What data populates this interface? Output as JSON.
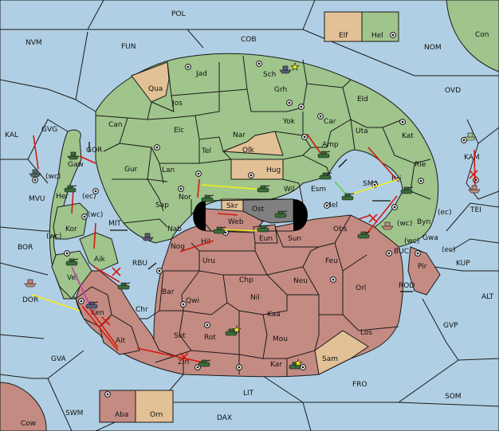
{
  "colors": {
    "sea": "#b0cfe4",
    "green_power": "#9fc48c",
    "red_power": "#c48b82",
    "neutral": "#e2c196",
    "impassable": "#808080",
    "black_hole": "#000000",
    "order_move": "#d21a0e",
    "order_support": "#f2ee1c",
    "order_convoy": "#c23fb0",
    "order_other": "#4fd24f"
  },
  "icons": {
    "supply_center": "target-circle",
    "army": "tank-icon",
    "fleet": "ship-icon",
    "star": "star-icon",
    "cut": "x-mark",
    "connection": "double-arrow"
  },
  "sea_labels": [
    "POL",
    "NVM",
    "FUN",
    "COB",
    "NOM",
    "Con",
    "OVD",
    "KAL",
    "GVG",
    "GOR",
    "MVU",
    "KAM",
    "TEI",
    "MIT",
    "BOR",
    "RBU",
    "BUC",
    "KUP",
    "DOR",
    "ROD",
    "ALT",
    "GVP",
    "GVA",
    "FRO",
    "SOM",
    "LIT",
    "SWM",
    "DAX",
    "Cow",
    "SMA"
  ],
  "land_labels": [
    "Jad",
    "Sch",
    "Qua",
    "Jos",
    "Grh",
    "Eld",
    "Can",
    "Elc",
    "Nar",
    "Yok",
    "Car",
    "Uta",
    "Kat",
    "Gur",
    "Tel",
    "Olk",
    "Amp",
    "Lan",
    "Hug",
    "Rie",
    "Gaw",
    "Her",
    "Nor",
    "Wil",
    "Esm",
    "Mel",
    "Bri",
    "Byn",
    "Sap",
    "Skr",
    "Ost",
    "Web",
    "Kor",
    "Nab",
    "Eun",
    "Sun",
    "Obs",
    "Gwa",
    "Hil",
    "Nog",
    "Pir",
    "Aik",
    "Uru",
    "Feu",
    "Chp",
    "Neu",
    "Bar",
    "Qwi",
    "Nil",
    "Orl",
    "Vei",
    "Chr",
    "Ken",
    "Kaa",
    "Rot",
    "Los",
    "Sot",
    "Mou",
    "Ait",
    "Zin",
    "Kar",
    "Sam",
    "Elf",
    "Hel",
    "Aba",
    "Orn"
  ],
  "coast_notes": [
    "(wc)",
    "(ec)",
    "(wc)",
    "(ec)",
    "(wc)",
    "(ec)",
    "(wc)",
    "(wc)"
  ],
  "supply_center_count": 34,
  "unit_count": 30
}
